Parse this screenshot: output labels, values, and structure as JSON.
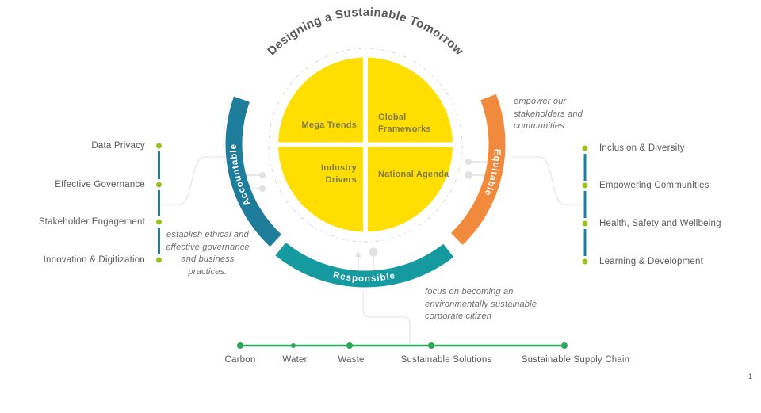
{
  "page": {
    "number": "1"
  },
  "title": {
    "text": "Designing a Sustainable Tomorrow",
    "color": "#595959"
  },
  "center_wheel": {
    "fill": "#FFDE00",
    "text_color": "#7E7A4D",
    "quadrants": [
      {
        "name": "mega-trends",
        "lines": [
          "Mega Trends"
        ]
      },
      {
        "name": "global-frameworks",
        "lines": [
          "Global",
          "Frameworks"
        ]
      },
      {
        "name": "industry-drivers",
        "lines": [
          "Industry",
          "Drivers"
        ]
      },
      {
        "name": "national-agenda",
        "lines": [
          "National Agenda"
        ]
      }
    ]
  },
  "arcs": [
    {
      "name": "accountable",
      "label": "Accountable",
      "color": "#1F7D9C"
    },
    {
      "name": "equitable",
      "label": "Equitable",
      "color": "#F18A3C"
    },
    {
      "name": "responsible",
      "label": "Responsible",
      "color": "#159B9F"
    }
  ],
  "annotations": {
    "accountable": {
      "lines": [
        "establish ethical and",
        "effective governance",
        "and business practices."
      ]
    },
    "equitable": {
      "lines": [
        "empower our",
        "stakeholders and",
        "communities"
      ]
    },
    "responsible": {
      "lines": [
        "focus on becoming an",
        "environmentally sustainable",
        "corporate citizen"
      ]
    }
  },
  "left_list": {
    "dot_color": "#9AC21E",
    "line_color": "#1B80A0",
    "items": [
      "Data Privacy",
      "Effective Governance",
      "Stakeholder Engagement",
      "Innovation & Digitization"
    ]
  },
  "right_list": {
    "dot_color": "#9AC21E",
    "line_color": "#1B80A0",
    "items": [
      "Inclusion & Diversity",
      "Empowering Communities",
      "Health, Safety and Wellbeing",
      "Learning & Development"
    ]
  },
  "bottom_axis": {
    "color": "#2BA65A",
    "items": [
      "Carbon",
      "Water",
      "Waste",
      "Sustainable Solutions",
      "Sustainable Supply Chain"
    ]
  }
}
